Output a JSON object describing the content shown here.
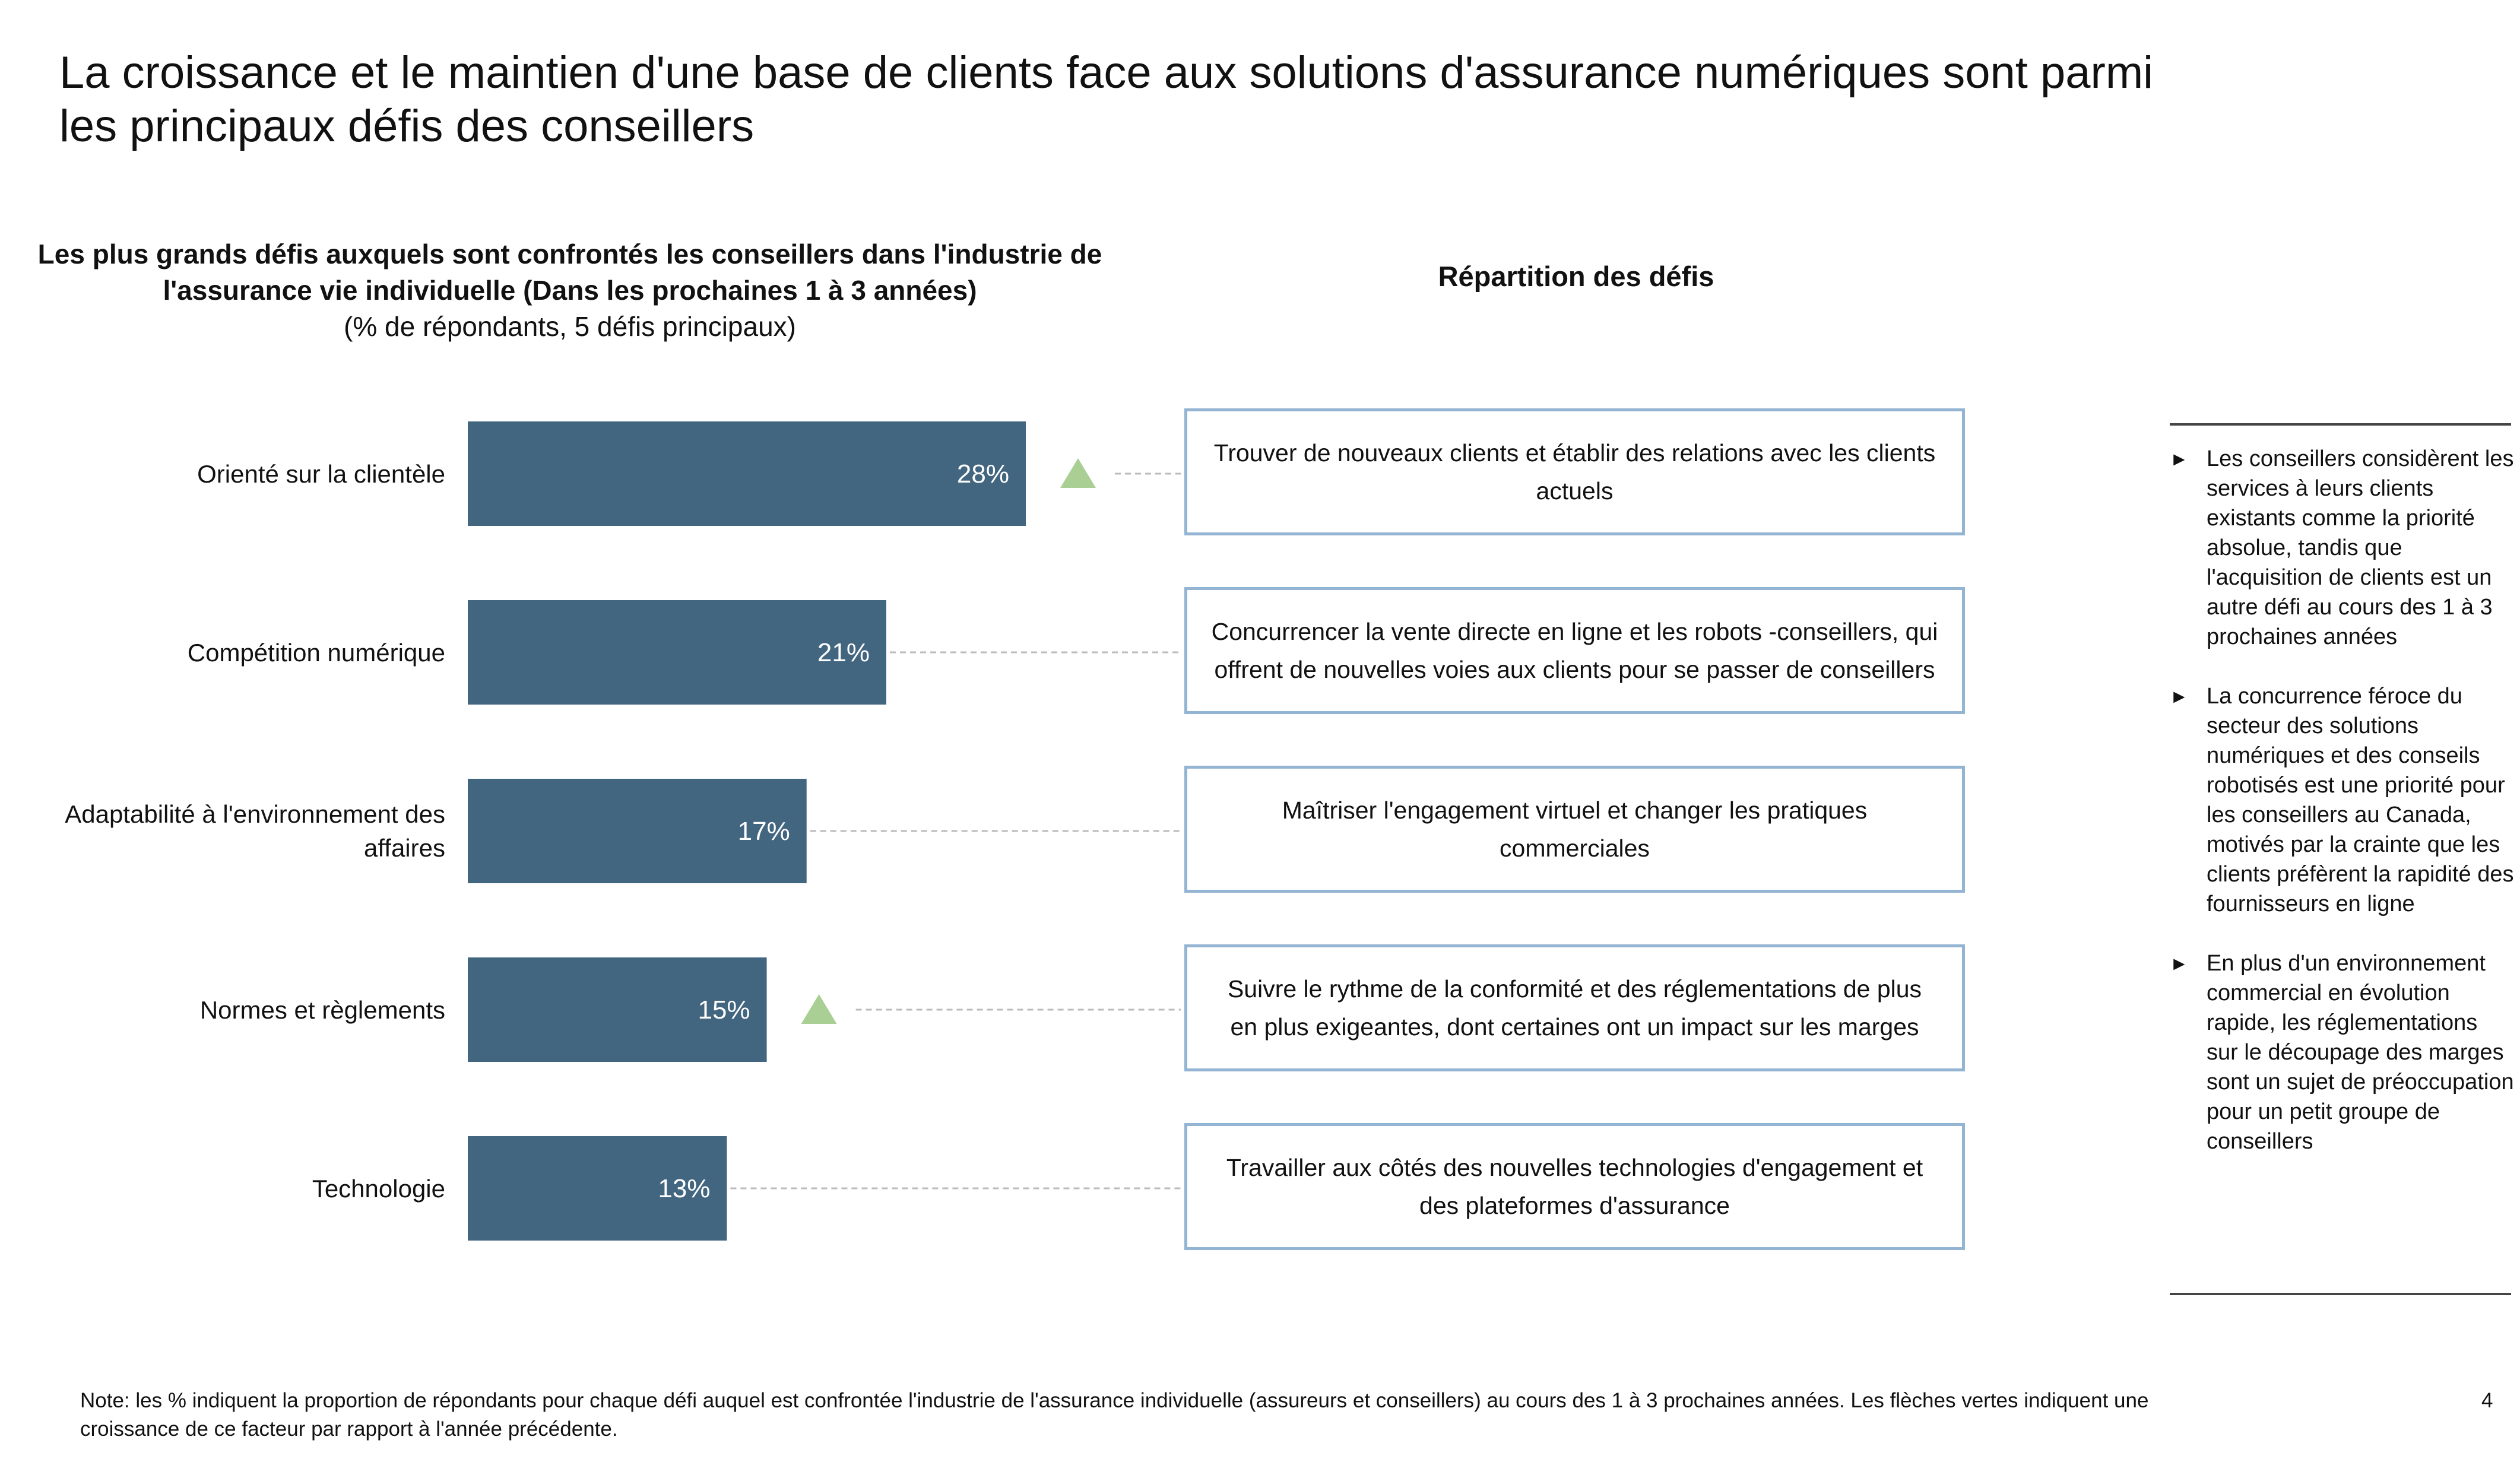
{
  "page": {
    "title": "La croissance et le maintien d'une base de clients face aux solutions d'assurance numériques sont parmi les principaux défis des conseillers",
    "page_number": "4"
  },
  "chart_data": {
    "type": "bar",
    "orientation": "horizontal",
    "title": "Les plus grands défis auxquels sont confrontés les conseillers dans l'industrie de l'assurance vie individuelle (Dans les prochaines 1 à 3 années)",
    "subtitle": "(% de répondants, 5 défis principaux)",
    "categories": [
      "Orienté sur la clientèle",
      "Compétition numérique",
      "Adaptabilité à l'environnement des affaires",
      "Normes et règlements",
      "Technologie"
    ],
    "values": [
      28,
      21,
      17,
      15,
      13
    ],
    "value_labels": [
      "28%",
      "21%",
      "17%",
      "15%",
      "13%"
    ],
    "increase_marker": [
      true,
      false,
      false,
      true,
      false
    ],
    "xlim": [
      0,
      28
    ],
    "colors": {
      "bar": "#426580",
      "increase_marker": "#a9cf94",
      "leader_line": "#bbbbbb"
    }
  },
  "breakdown": {
    "header": "Répartition des défis",
    "items": [
      "Trouver de nouveaux clients et établir des relations avec les clients actuels",
      "Concurrencer la vente directe en ligne et les robots -conseillers, qui offrent de nouvelles voies aux clients pour se passer de conseillers",
      "Maîtriser l'engagement virtuel et changer les pratiques commerciales",
      "Suivre le rythme de la conformité et des réglementations de plus en plus exigeantes, dont certaines ont un impact sur les marges",
      "Travailler aux côtés des nouvelles technologies d'engagement et des plateformes d'assurance"
    ]
  },
  "insights": {
    "bullet_symbol": "►",
    "items": [
      "Les conseillers considèrent les services à leurs clients existants comme la priorité absolue, tandis que l'acquisition de clients est un autre défi au cours des 1 à 3 prochaines années",
      "La concurrence féroce du secteur des solutions numériques et des conseils robotisés est une priorité pour les conseillers au Canada, motivés par la crainte que les clients préfèrent la rapidité des fournisseurs en ligne",
      "En plus d'un environnement commercial en évolution rapide, les réglementations sur le découpage des marges sont un sujet de préoccupation pour un petit groupe de conseillers"
    ]
  },
  "footnote": "Note: les % indiquent la proportion de répondants pour chaque défi auquel est confrontée l'industrie de l'assurance individuelle (assureurs et conseillers) au cours des 1 à 3 prochaines années. Les flèches vertes indiquent une croissance de ce facteur par rapport à l'année précédente."
}
